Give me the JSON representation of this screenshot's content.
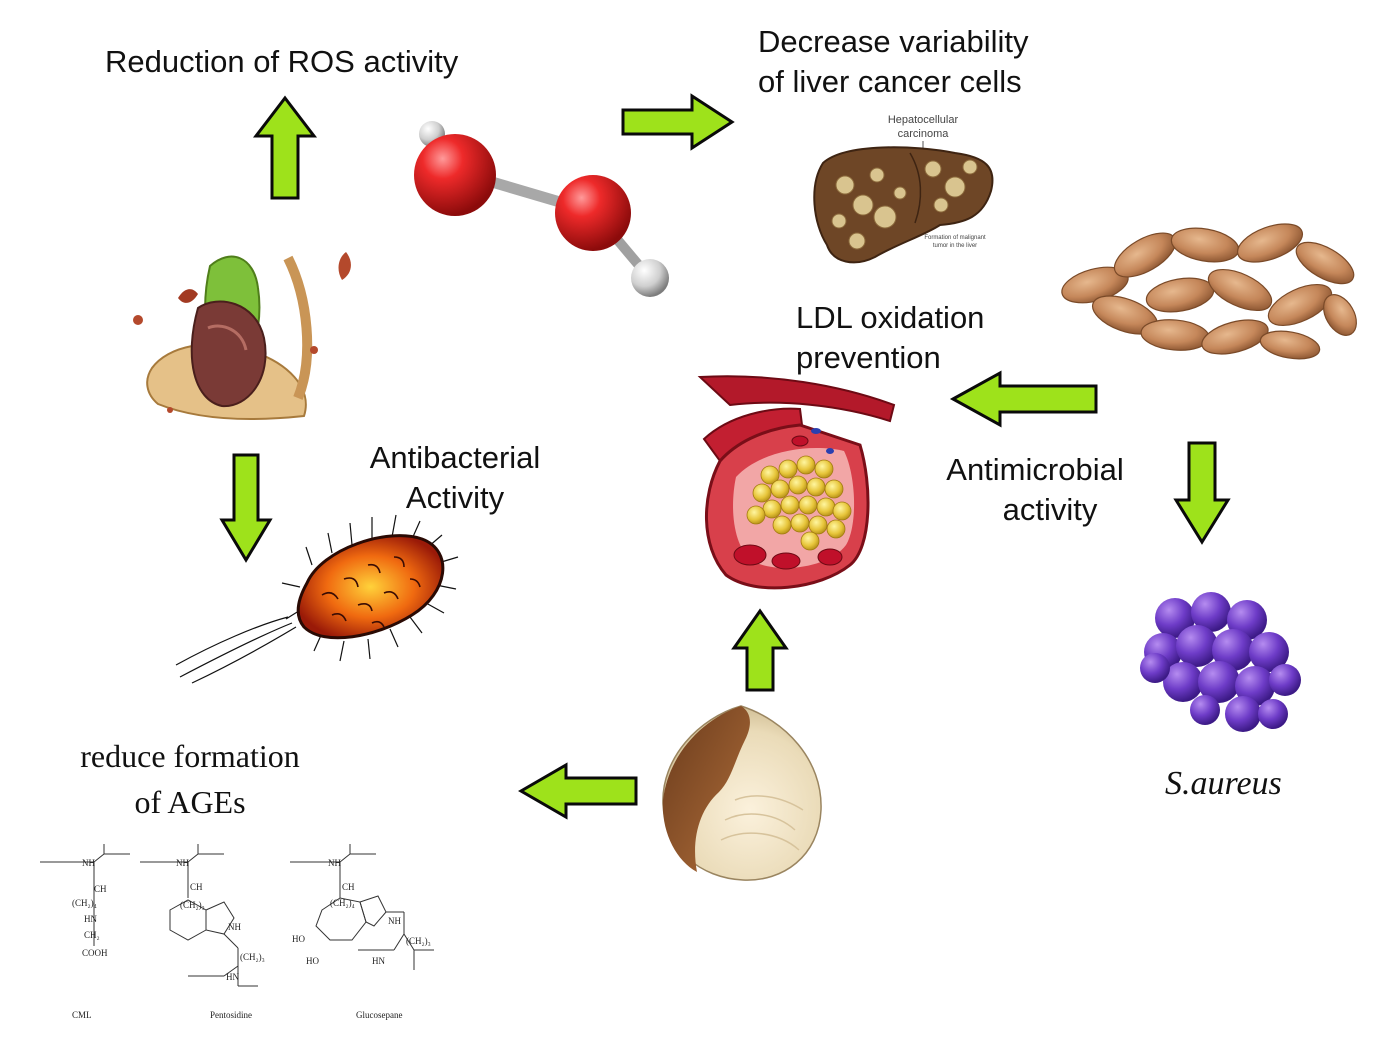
{
  "labels": {
    "ros": "Reduction of ROS activity",
    "liver_line1": "Decrease variability",
    "liver_line2": "of liver cancer cells",
    "ldl_line1": "LDL oxidation",
    "ldl_line2": "prevention",
    "antibacterial_line1": "Antibacterial",
    "antibacterial_line2": "Activity",
    "antimicrobial_line1": "Antimicrobial",
    "antimicrobial_line2": "activity",
    "ages_line1": "reduce formation",
    "ages_line2": "of AGEs",
    "saureus": "S.aureus"
  },
  "liver_figure": {
    "title_line1": "Hepatocellular",
    "title_line2": "carcinoma",
    "note_line1": "Formation of malignant",
    "note_line2": "tumor in the liver"
  },
  "ages_structures": [
    "CML",
    "Pentosidine",
    "Glucosepane"
  ],
  "colors": {
    "arrow_fill": "#9ee21b",
    "arrow_stroke": "#0a0a0a",
    "text": "#111111"
  }
}
